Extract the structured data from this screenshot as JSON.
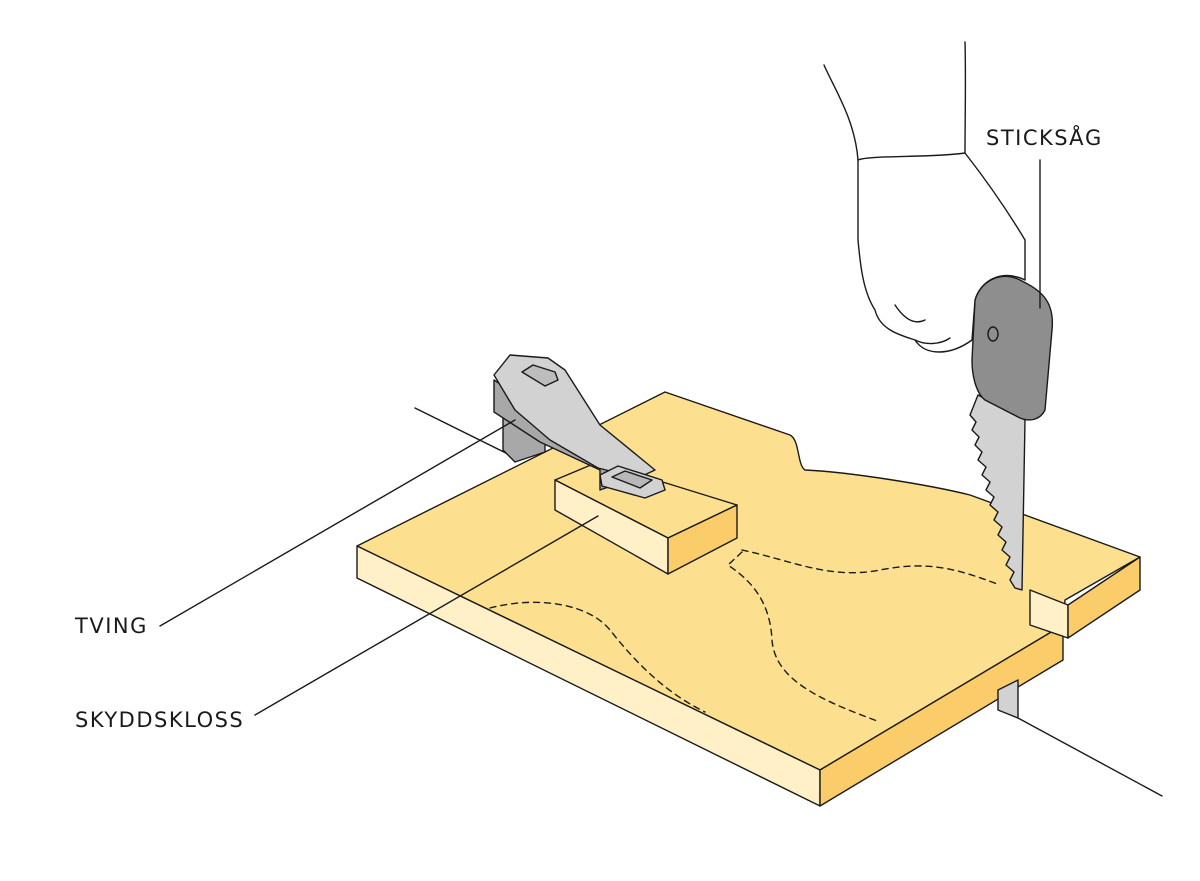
{
  "labels": {
    "sticksag": "STICKSÅG",
    "tving": "TVING",
    "skyddskloss": "SKYDDSKLOSS"
  },
  "colors": {
    "wood_top": "#fde08f",
    "wood_front": "#fff0c8",
    "wood_side": "#fbcd6a",
    "metal_dark": "#a8a8a8",
    "metal_light": "#d2d2d2",
    "handle": "#8e8e8e",
    "outline": "#1a1a1a"
  }
}
